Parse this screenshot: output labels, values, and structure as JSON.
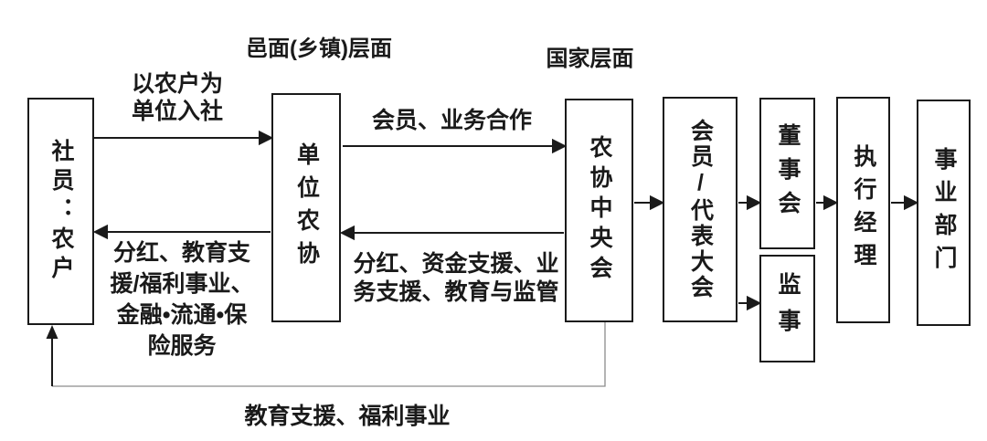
{
  "diagram": {
    "section_labels": {
      "township": "邑面(乡镇)层面",
      "national": "国家层面"
    },
    "nodes": {
      "members": "社员：农户",
      "unit_coop": "单位农协",
      "central_union": "农协中央会",
      "assembly": "会员/代表大会",
      "board": "董事会",
      "supervisors": "监事",
      "executive_manager": "执行经理",
      "business_departments": "事业部门"
    },
    "edge_labels": {
      "join_coop": "以农户为\n单位入社",
      "member_business_cooperation": "会员、业务合作",
      "central_to_unit_support": "分红、资金支援、业\n务支援、教育与监管",
      "unit_to_members_support": "分红、教育支\n援/福利事业、\n金融•流通•保\n险服务",
      "education_welfare": "教育支援、福利事业"
    },
    "colors": {
      "line": "#1a1a1a",
      "thin_line": "#8c8c8c",
      "background": "#ffffff",
      "text": "#1a1a1a"
    }
  }
}
